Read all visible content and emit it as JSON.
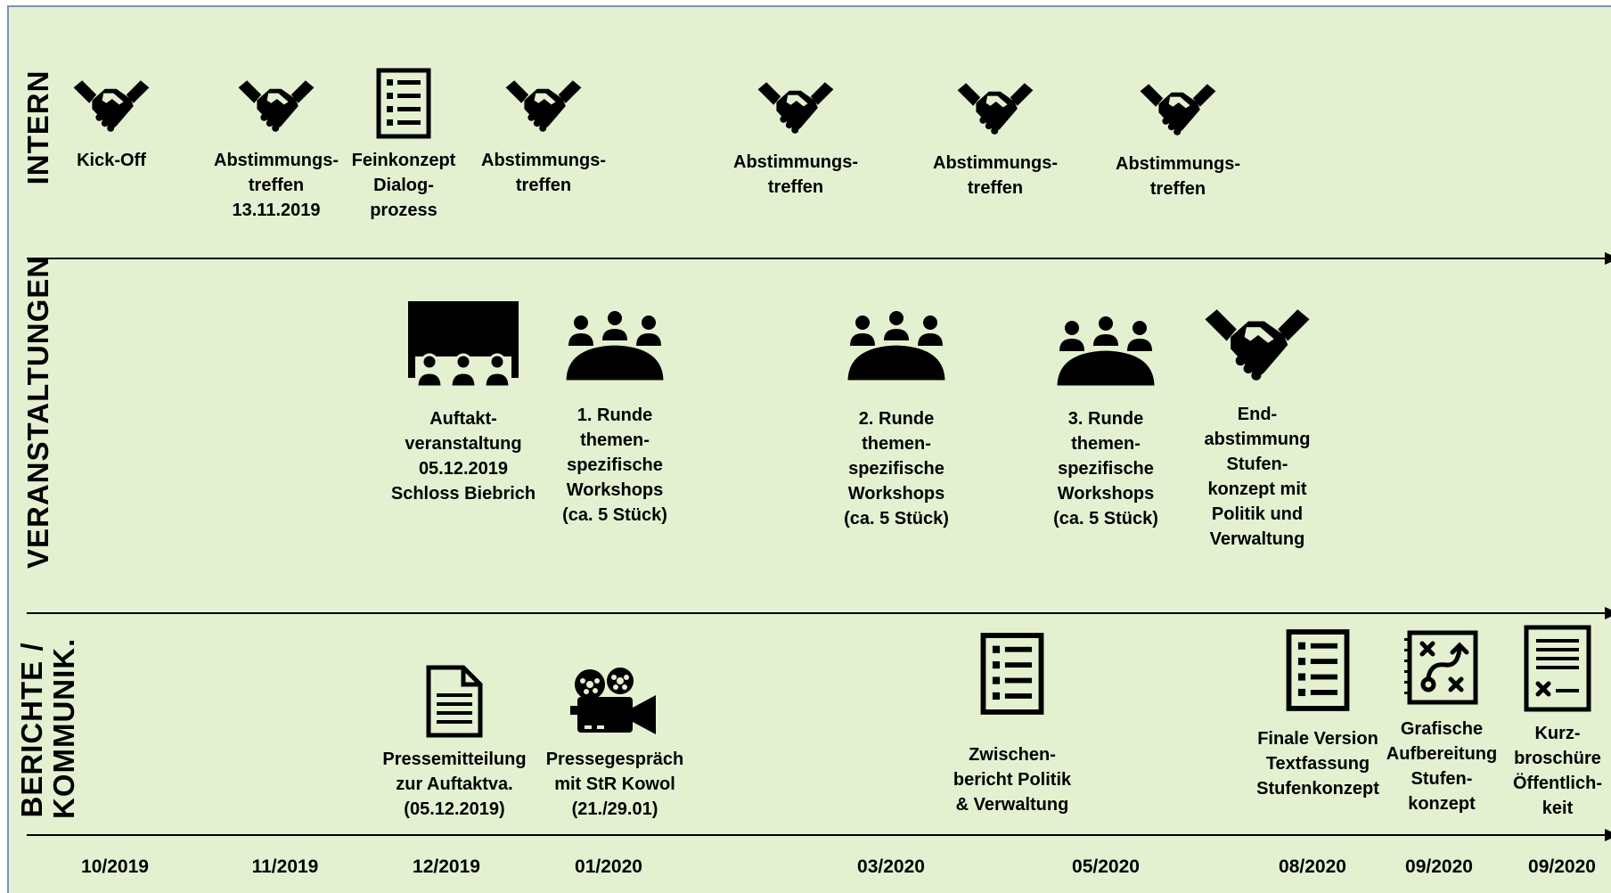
{
  "lanes": {
    "intern": "INTERN",
    "veranstaltungen": "VERANSTALTUNGEN",
    "berichte_line1": "BERICHTE /",
    "berichte_line2": "KOMMUNIK."
  },
  "intern_items": [
    {
      "label": "Kick-Off",
      "icon": "handshake-icon"
    },
    {
      "label": "Abstimmungs-\ntreffen\n13.11.2019",
      "icon": "handshake-icon"
    },
    {
      "label": "Feinkonzept\nDialog-\nprozess",
      "icon": "checklist-icon"
    },
    {
      "label": "Abstimmungs-\ntreffen",
      "icon": "handshake-icon"
    },
    {
      "label": "Abstimmungs-\ntreffen",
      "icon": "handshake-icon"
    },
    {
      "label": "Abstimmungs-\ntreffen",
      "icon": "handshake-icon"
    },
    {
      "label": "Abstimmungs-\ntreffen",
      "icon": "handshake-icon"
    }
  ],
  "event_items": [
    {
      "label": "Auftakt-\nveranstaltung\n05.12.2019\nSchloss Biebrich",
      "icon": "audience-screen-icon"
    },
    {
      "label": "1. Runde\nthemen-\nspezifische\nWorkshops\n(ca. 5 Stück)",
      "icon": "meeting-table-icon"
    },
    {
      "label": "2. Runde\nthemen-\nspezifische\nWorkshops\n(ca. 5 Stück)",
      "icon": "meeting-table-icon"
    },
    {
      "label": "3. Runde\nthemen-\nspezifische\nWorkshops\n(ca. 5 Stück)",
      "icon": "meeting-table-icon"
    },
    {
      "label": "End-\nabstimmung\nStufen-\nkonzept mit\nPolitik und\nVerwaltung",
      "icon": "handshake-icon"
    }
  ],
  "report_items": [
    {
      "label": "Pressemitteilung\nzur Auftaktva.\n(05.12.2019)",
      "icon": "document-icon"
    },
    {
      "label": "Pressegespräch\nmit StR Kowol\n(21./29.01)",
      "icon": "video-camera-icon"
    },
    {
      "label": "Zwischen-\nbericht Politik\n& Verwaltung",
      "icon": "checklist-icon"
    },
    {
      "label": "Finale Version\nTextfassung\nStufenkonzept",
      "icon": "checklist-icon"
    },
    {
      "label": "Grafische\nAufbereitung\nStufen-\nkonzept",
      "icon": "strategy-board-icon"
    },
    {
      "label": "Kurz-\nbroschüre\nÖffentlich-\nkeit",
      "icon": "form-document-icon"
    }
  ],
  "months": [
    "10/2019",
    "11/2019",
    "12/2019",
    "01/2020",
    "03/2020",
    "05/2020",
    "08/2020",
    "09/2020",
    "09/2020"
  ],
  "colors": {
    "background": "#e3f1d1",
    "ink": "#000000",
    "frame": "#7d92b8"
  }
}
